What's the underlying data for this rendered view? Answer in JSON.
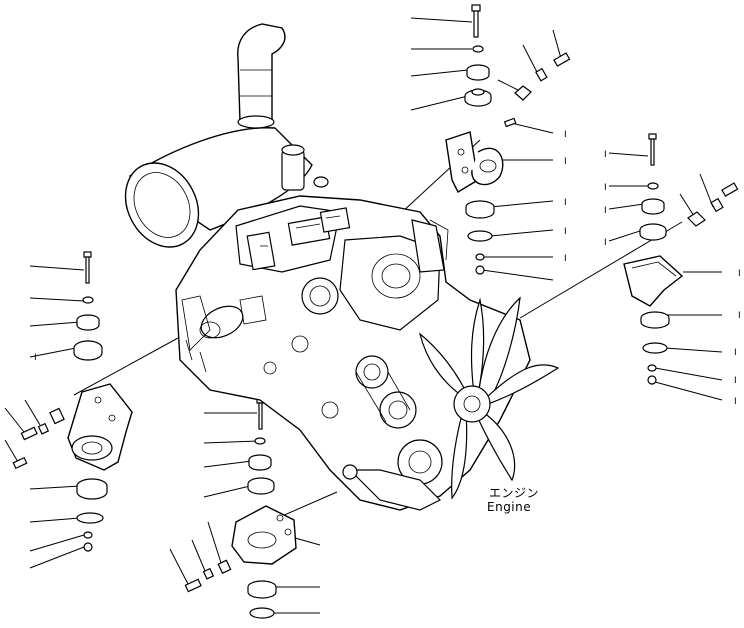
{
  "caption": {
    "japanese": "エンジン",
    "english": "Engine"
  },
  "callout_marks": {
    "upper_right_group": [
      "I",
      "I",
      "I",
      "I",
      "I",
      "I",
      "I"
    ],
    "right_group": [
      "I",
      "I",
      "I",
      "I",
      "I",
      "I",
      "I",
      "I"
    ]
  },
  "colors": {
    "ink": "#000000",
    "paper": "#ffffff"
  }
}
